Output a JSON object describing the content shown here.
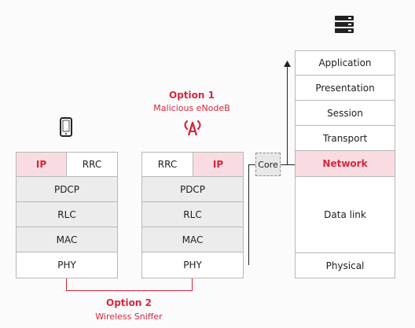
{
  "colors": {
    "accent": "#d7263d",
    "highlight": "#f9dce1",
    "layer_gray": "#ececec",
    "border": "#b7b7b7"
  },
  "icons": {
    "phone": "smartphone-icon",
    "base_station": "antenna-icon",
    "server": "server-icon"
  },
  "labels": {
    "option1_title": "Option 1",
    "option1_sub": "Malicious eNodeB",
    "option2_title": "Option 2",
    "option2_sub": "Wireless Sniffer",
    "core": "Core"
  },
  "ue_stack": {
    "top_left": "IP",
    "top_right": "RRC",
    "layers": [
      "PDCP",
      "RLC",
      "MAC",
      "PHY"
    ]
  },
  "enb_stack": {
    "top_left": "RRC",
    "top_right": "IP",
    "layers": [
      "PDCP",
      "RLC",
      "MAC",
      "PHY"
    ]
  },
  "osi_stack": {
    "layers": [
      "Application",
      "Presentation",
      "Session",
      "Transport",
      "Network",
      "Data link",
      "Physical"
    ]
  }
}
